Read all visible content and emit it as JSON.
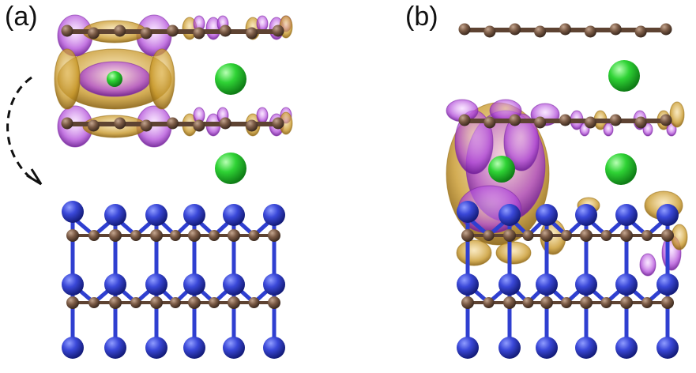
{
  "panels": [
    {
      "id": "a",
      "label": "(a)"
    },
    {
      "id": "b",
      "label": "(b)"
    }
  ],
  "colors": {
    "background": "#ffffff",
    "carbon_atom": "#7a5a45",
    "carbon_bond": "#6b4e3b",
    "nitrogen_atom": "#2f3fd0",
    "chlorine_atom": "#22c52a",
    "charge_accumulation": "#c8982a",
    "charge_depletion": "#b04ad8",
    "arrow": "#111111"
  },
  "icons": [
    "dashed-curved-arrow-icon"
  ]
}
